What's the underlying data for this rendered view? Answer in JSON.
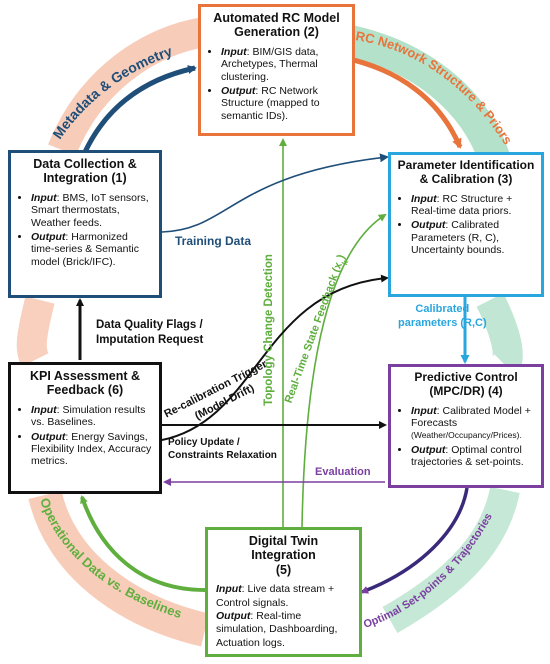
{
  "colors": {
    "orange": "#e8743b",
    "blue_light": "#2aa6df",
    "purple": "#7b3fa0",
    "green": "#5fae3e",
    "navy": "#1f4e79",
    "black": "#111111",
    "mint_band": "#a7dcc0",
    "peach_band": "#f6c4ad"
  },
  "boxes": {
    "rc_gen": {
      "title_line1": "Automated RC Model",
      "title_line2": "Generation (2)",
      "input_label": "Input",
      "input_text": ": BIM/GIS data, Archetypes, Thermal clustering.",
      "output_label": "Output",
      "output_text": ": RC Network Structure (mapped to semantic IDs)."
    },
    "data_collection": {
      "title_line1": "Data Collection &",
      "title_line2": "Integration (1)",
      "input_label": "Input",
      "input_text": ": BMS, IoT sensors, Smart thermostats, Weather feeds.",
      "output_label": "Output",
      "output_text": ": Harmonized time-series & Semantic model (Brick/IFC)."
    },
    "param_id": {
      "title_line1": "Parameter Identification",
      "title_line2": "& Calibration (3)",
      "input_label": "Input",
      "input_text": ": RC Structure + Real-time data priors.",
      "output_label": "Output",
      "output_text": ": Calibrated Parameters (R, C), Uncertainty bounds."
    },
    "kpi": {
      "title_line1": "KPI Assessment &",
      "title_line2": "Feedback (6)",
      "input_label": "Input",
      "input_text": ": Simulation results vs. Baselines.",
      "output_label": "Output",
      "output_text": ": Energy Savings, Flexibility Index, Accuracy metrics."
    },
    "predictive": {
      "title_line1": "Predictive Control",
      "title_line2": "(MPC/DR) (4)",
      "input_label": "Input",
      "input_text": ": Calibrated Model + Forecasts",
      "input_small": "(Weather/Occupancy/Prices).",
      "output_label": "Output",
      "output_text": ": Optimal control trajectories & set-points."
    },
    "digital_twin": {
      "title_line1": "Digital Twin Integration",
      "title_line2": "(5)",
      "input_label": "Input",
      "input_text_1": ": Live data stream +",
      "input_text_2": "Control signals.",
      "output_label": "Output",
      "output_text_1": ": Real-time",
      "output_text_2": "simulation, Dashboarding,",
      "output_text_3": "Actuation logs."
    }
  },
  "labels": {
    "metadata_geometry": "Metadata & Geometry",
    "rc_network_priors": "RC Network Structure & Priors",
    "topology_change": "Topology Change Detection",
    "realtime_feedback": "Real-Time State Feedback (x",
    "realtime_sub": "k",
    "realtime_close": ")",
    "training_data": "Training Data",
    "calibrated_params_1": "Calibrated",
    "calibrated_params_2": "parameters (R,C)",
    "dq_flags_1": "Data Quality Flags /",
    "dq_flags_2": "Imputation Request",
    "recalib_1": "Re-calibration Trigger",
    "recalib_2": "(Model Drift)",
    "policy_1": "Policy Update /",
    "policy_2": "Constraints Relaxation",
    "evaluation": "Evaluation",
    "optimal_setpoints": "Optimal Set-points & Trajectories",
    "operational_data": "Operational Data vs. Baselines"
  }
}
